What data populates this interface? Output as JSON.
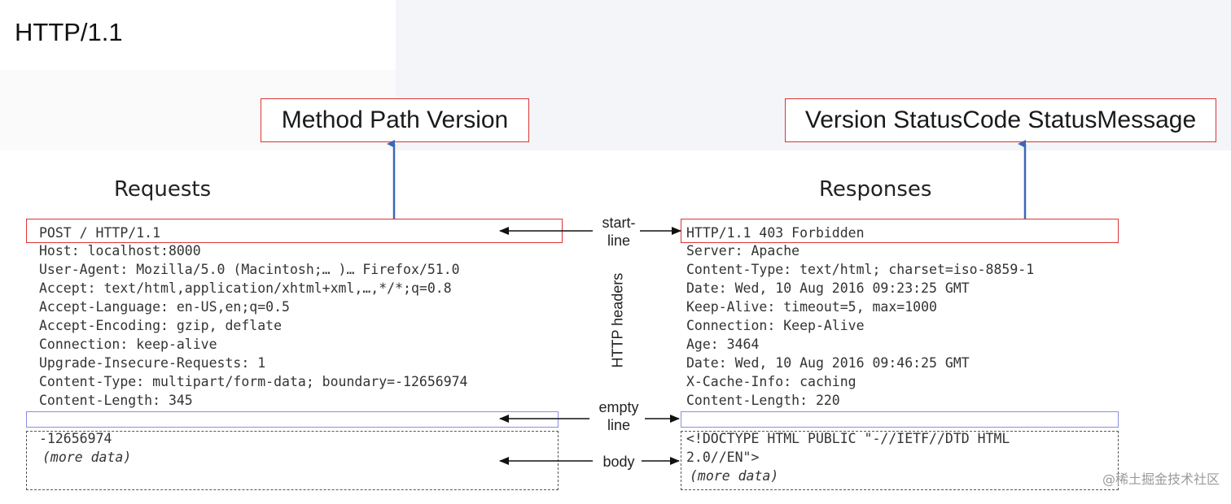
{
  "slide": {
    "title": "HTTP/1.1"
  },
  "callouts": {
    "request_start_line": "Method Path Version",
    "response_start_line": "Version StatusCode StatusMessage"
  },
  "headings": {
    "requests": "Requests",
    "responses": "Responses"
  },
  "request": {
    "start_line": "POST / HTTP/1.1",
    "headers": [
      "Host: localhost:8000",
      "User-Agent: Mozilla/5.0 (Macintosh;… )… Firefox/51.0",
      "Accept:  text/html,application/xhtml+xml,…,*/*;q=0.8",
      "Accept-Language: en-US,en;q=0.5",
      "Accept-Encoding: gzip, deflate",
      "Connection: keep-alive",
      "Upgrade-Insecure-Requests: 1",
      "Content-Type: multipart/form-data; boundary=-12656974",
      "Content-Length: 345"
    ],
    "body": [
      "-12656974",
      "(more data)"
    ]
  },
  "response": {
    "start_line": "HTTP/1.1 403 Forbidden",
    "headers": [
      "Server: Apache",
      "Content-Type: text/html; charset=iso-8859-1",
      "Date: Wed, 10 Aug 2016 09:23:25 GMT",
      "Keep-Alive: timeout=5, max=1000",
      "Connection: Keep-Alive",
      "Age: 3464",
      "Date: Wed, 10 Aug 2016 09:46:25 GMT",
      "X-Cache-Info: caching",
      "Content-Length: 220"
    ],
    "body": [
      "<!DOCTYPE HTML PUBLIC \"-//IETF//DTD HTML",
      "2.0//EN\">",
      "(more data)"
    ]
  },
  "labels": {
    "start_line_1": "start-",
    "start_line_2": "line",
    "http_headers": "HTTP headers",
    "empty_line_1": "empty",
    "empty_line_2": "line",
    "body": "body"
  },
  "footer": {
    "watermark": "@稀土掘金技术社区"
  },
  "colors": {
    "start_line_frame": "#dd3333",
    "empty_line_frame": "#8a8ee0",
    "arrow_blue": "#3a68b8"
  }
}
